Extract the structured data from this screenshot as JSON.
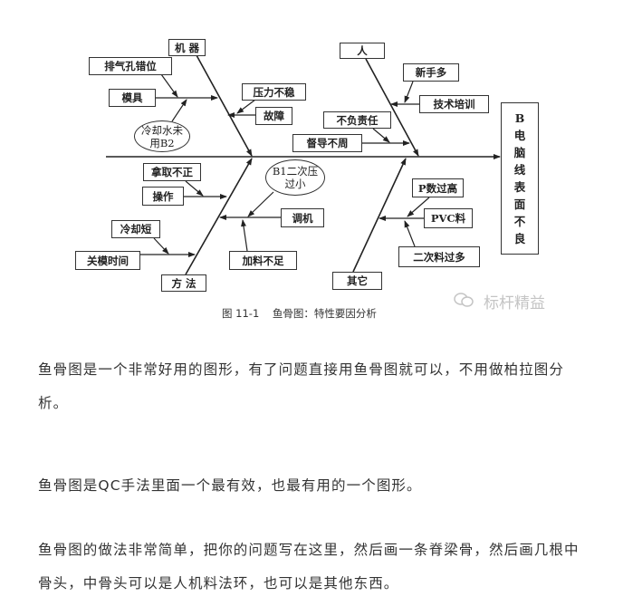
{
  "diagram": {
    "effect": "B电脑线表面不良",
    "categories": {
      "machine": "机 器",
      "people": "人",
      "method": "方 法",
      "other": "其它"
    },
    "causes": {
      "exhaust_misaligned": "排气孔错位",
      "mold": "模具",
      "cooling_water": "冷却水未用B2",
      "pressure_unstable": "压力不稳",
      "fault": "故障",
      "newcomers": "新手多",
      "tech_training": "技术培训",
      "irresponsible": "不负责任",
      "poor_supervision": "督导不周",
      "pick_misaligned": "拿取不正",
      "operation": "操作",
      "cooling_short": "冷却短",
      "mold_close_time": "关模时间",
      "b1_pressure_low": "B1二次压过小",
      "adjust_machine": "调机",
      "insufficient_feed": "加料不足",
      "p_value_high": "P数过高",
      "pvc_material": "PVC料",
      "too_much_regrind": "二次料过多"
    },
    "caption": "图 11-1    鱼骨图：特性要因分析",
    "watermark": "标杆精益"
  },
  "article": {
    "paragraphs": [
      "鱼骨图是一个非常好用的图形，有了问题直接用鱼骨图就可以，不用做柏拉图分析。",
      "鱼骨图是QC手法里面一个最有效，也最有用的一个图形。",
      "鱼骨图的做法非常简单，把你的问题写在这里，然后画一条脊梁骨，然后画几根中骨头，中骨头可以是人机料法环，也可以是其他东西。"
    ]
  }
}
